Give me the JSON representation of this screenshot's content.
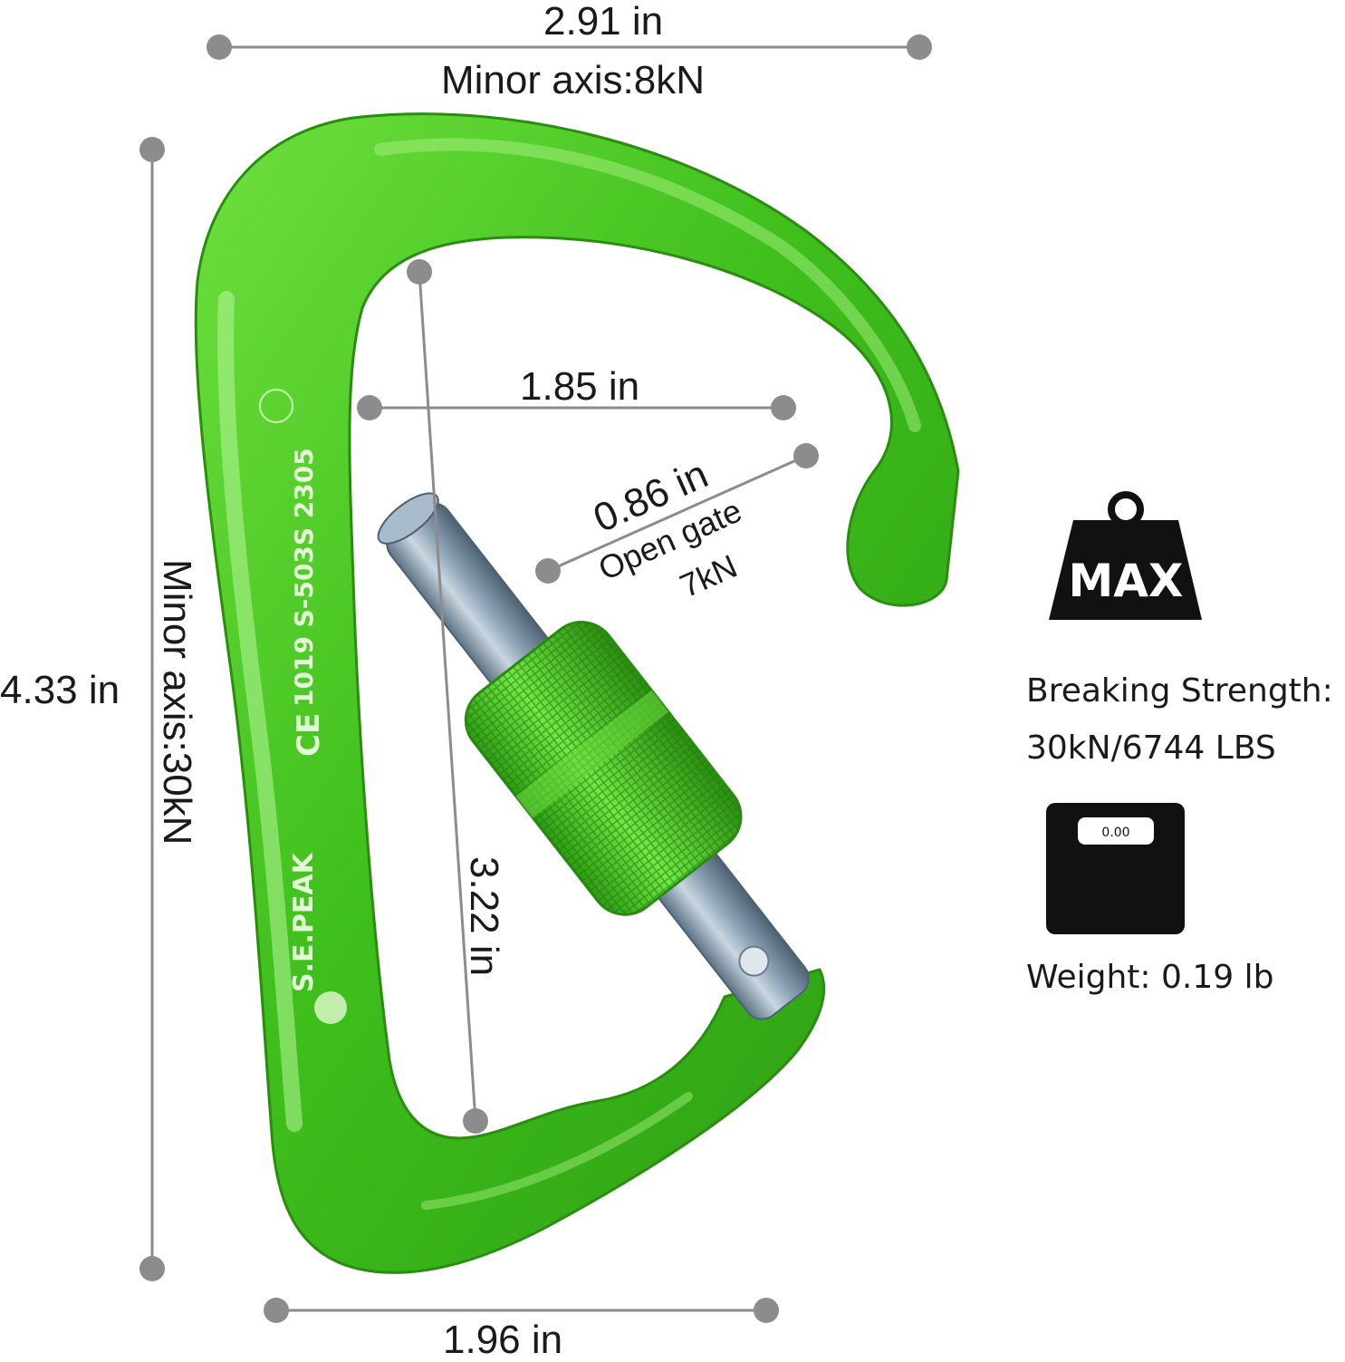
{
  "dimensions": {
    "top_width": "2.91 in",
    "top_axis": "Minor axis:8kN",
    "height": "4.33 in",
    "side_axis": "Minor axis:30kN",
    "inner_width": "1.85 in",
    "gate_opening": "0.86 in",
    "gate_label": "Open gate",
    "gate_strength": "7kN",
    "inner_length": "3.22 in",
    "bottom_width": "1.96 in"
  },
  "engraving": {
    "brand": "S.E.PEAK",
    "marks": "1019 S-503S 2305",
    "ce": "CE"
  },
  "specs": {
    "max_label": "MAX",
    "breaking_title": "Breaking Strength:",
    "breaking_value": "30kN/6744 LBS",
    "scale_display": "0.00",
    "weight": "Weight: 0.19 lb"
  },
  "colors": {
    "body_green": "#3fbf1c",
    "highlight_green": "#8ff06a",
    "gate_steel": "#8fa6b8",
    "dimension_line": "#8c8c8c",
    "icon_black": "#111111"
  }
}
